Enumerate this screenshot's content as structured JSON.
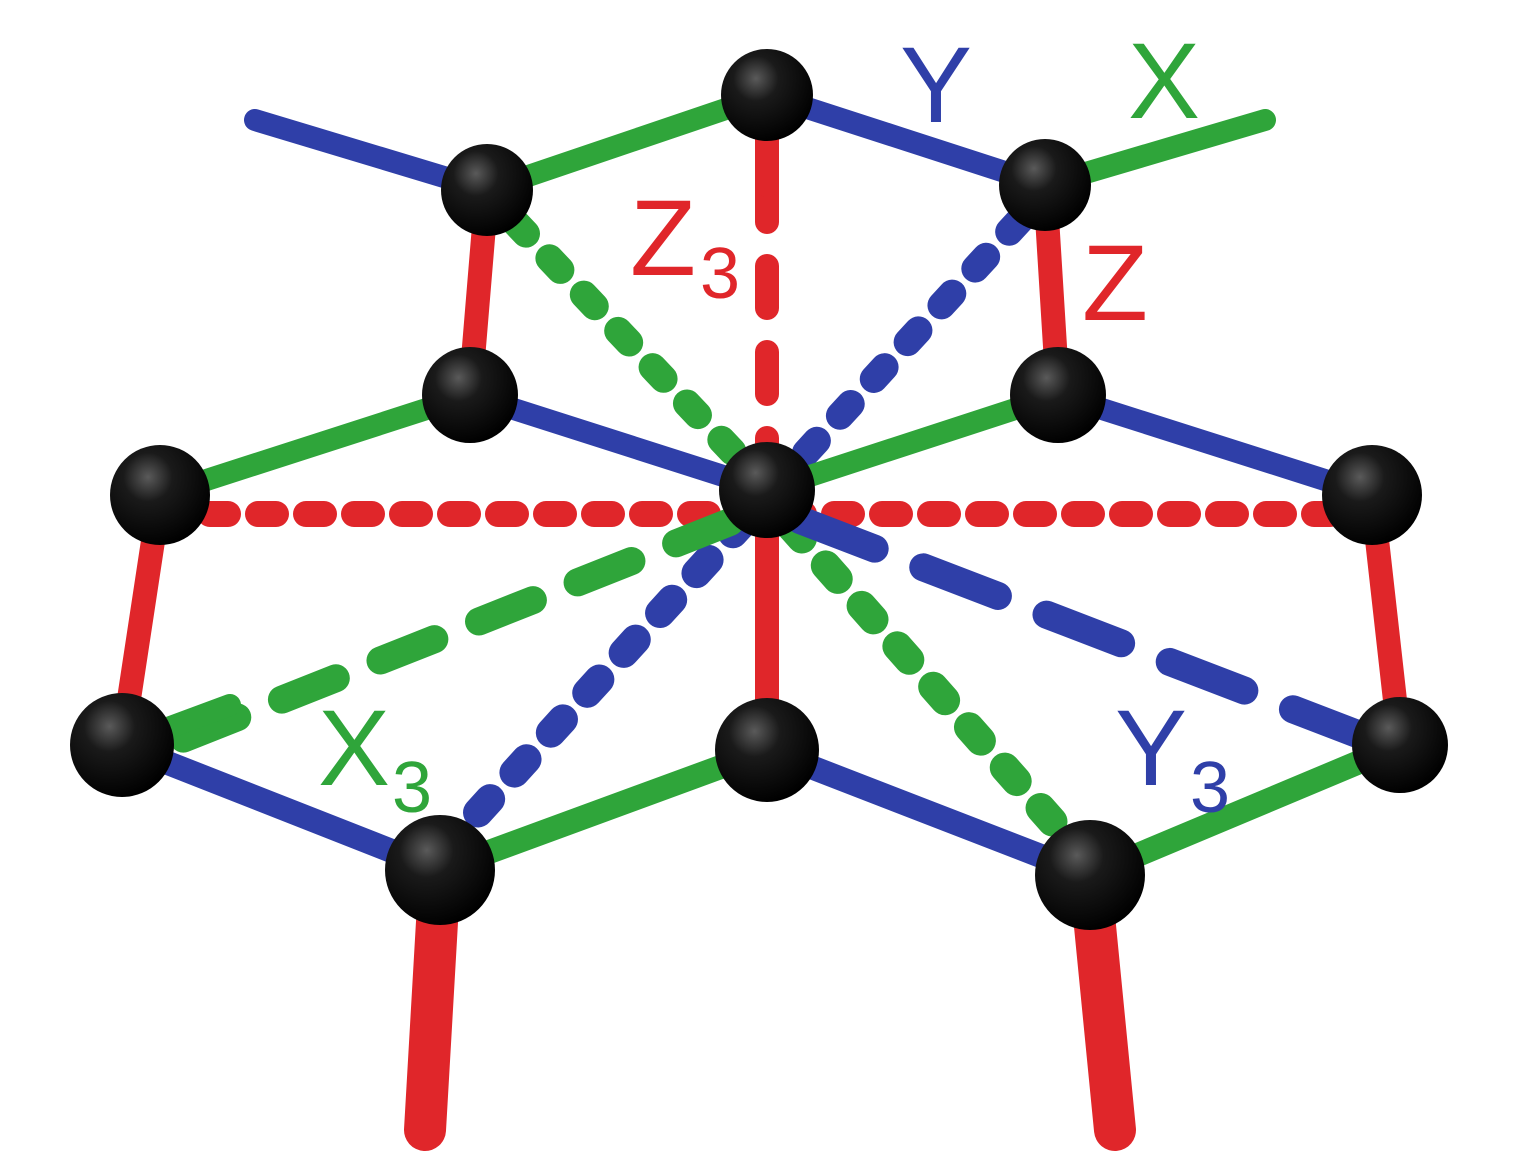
{
  "colors": {
    "x": "#2fa53a",
    "y": "#2f3fa8",
    "z": "#e0262a",
    "atom": "#080808",
    "background": "#ffffff"
  },
  "labels": {
    "y": "Y",
    "x": "X",
    "z": "Z",
    "z3_main": "Z",
    "z3_sub": "3",
    "x3_main": "X",
    "x3_sub": "3",
    "y3_main": "Y",
    "y3_sub": "3"
  }
}
